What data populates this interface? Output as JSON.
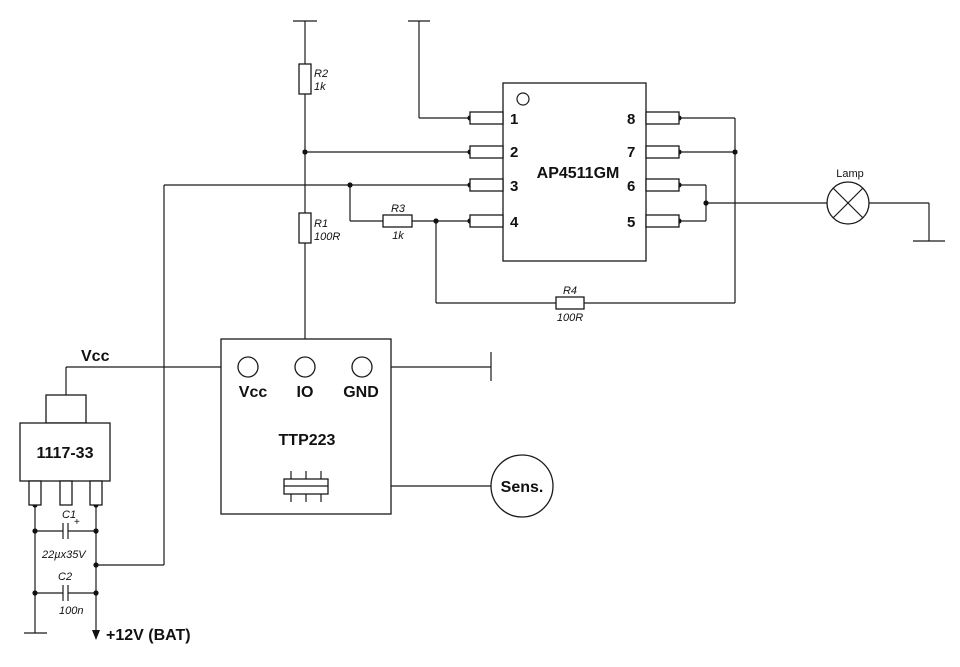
{
  "ic": {
    "name": "AP4511GM",
    "pins": [
      "1",
      "2",
      "3",
      "4",
      "5",
      "6",
      "7",
      "8"
    ]
  },
  "regulator": {
    "name": "1117-33"
  },
  "module": {
    "name": "TTP223",
    "pins": [
      "Vcc",
      "IO",
      "GND"
    ]
  },
  "sensor": {
    "label": "Sens."
  },
  "lamp": {
    "label": "Lamp"
  },
  "net_vcc": "Vcc",
  "supply": "+12V (BAT)",
  "resistors": {
    "r1": {
      "ref": "R1",
      "value": "100R"
    },
    "r2": {
      "ref": "R2",
      "value": "1k"
    },
    "r3": {
      "ref": "R3",
      "value": "1k"
    },
    "r4": {
      "ref": "R4",
      "value": "100R"
    }
  },
  "capacitors": {
    "c1": {
      "ref": "C1",
      "value": "22µx35V",
      "polarity": "+"
    },
    "c2": {
      "ref": "C2",
      "value": "100n"
    }
  }
}
